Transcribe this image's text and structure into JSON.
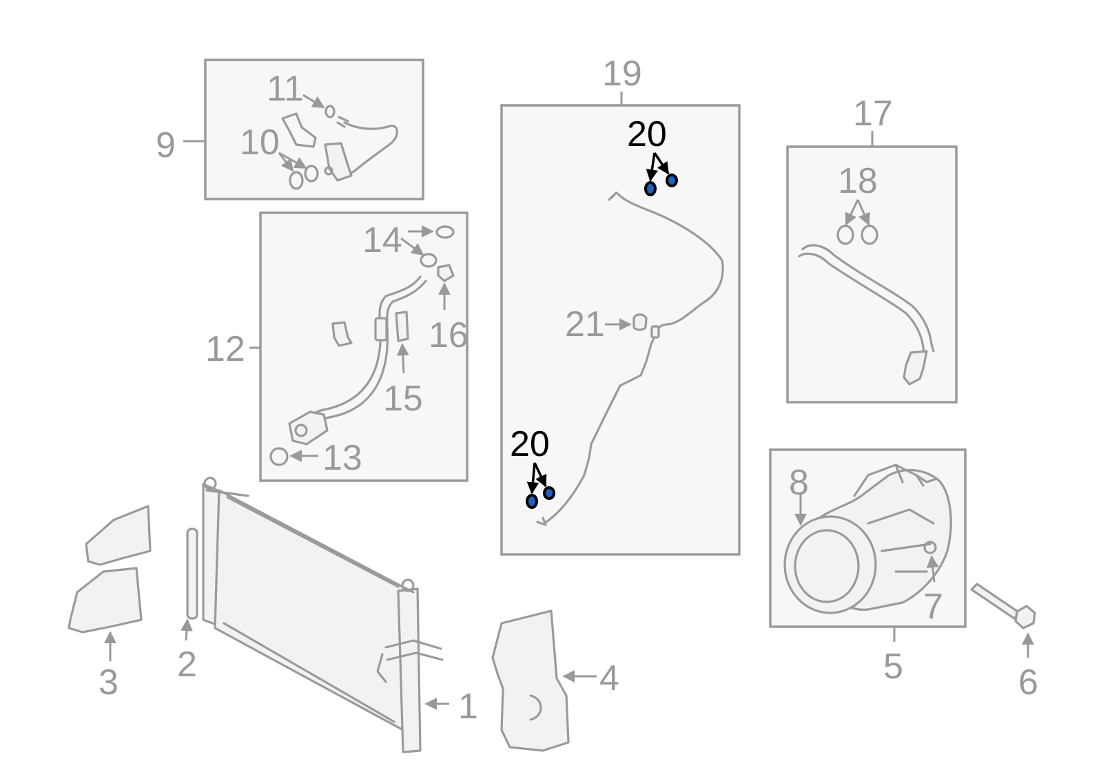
{
  "diagram": {
    "labels": {
      "p1": "1",
      "p2": "2",
      "p3": "3",
      "p4": "4",
      "p5": "5",
      "p6": "6",
      "p7": "7",
      "p8": "8",
      "p9": "9",
      "p10": "10",
      "p11": "11",
      "p12": "12",
      "p13": "13",
      "p14": "14",
      "p15": "15",
      "p16": "16",
      "p17": "17",
      "p18": "18",
      "p19": "19",
      "p20_top": "20",
      "p20_bottom": "20",
      "p21": "21"
    },
    "highlighted_part": "20",
    "colors": {
      "line": "#9a9a9a",
      "box_fill": "#f7f7f7",
      "highlight_label": "#000000",
      "highlight_fill": "#1f5fbf"
    }
  }
}
